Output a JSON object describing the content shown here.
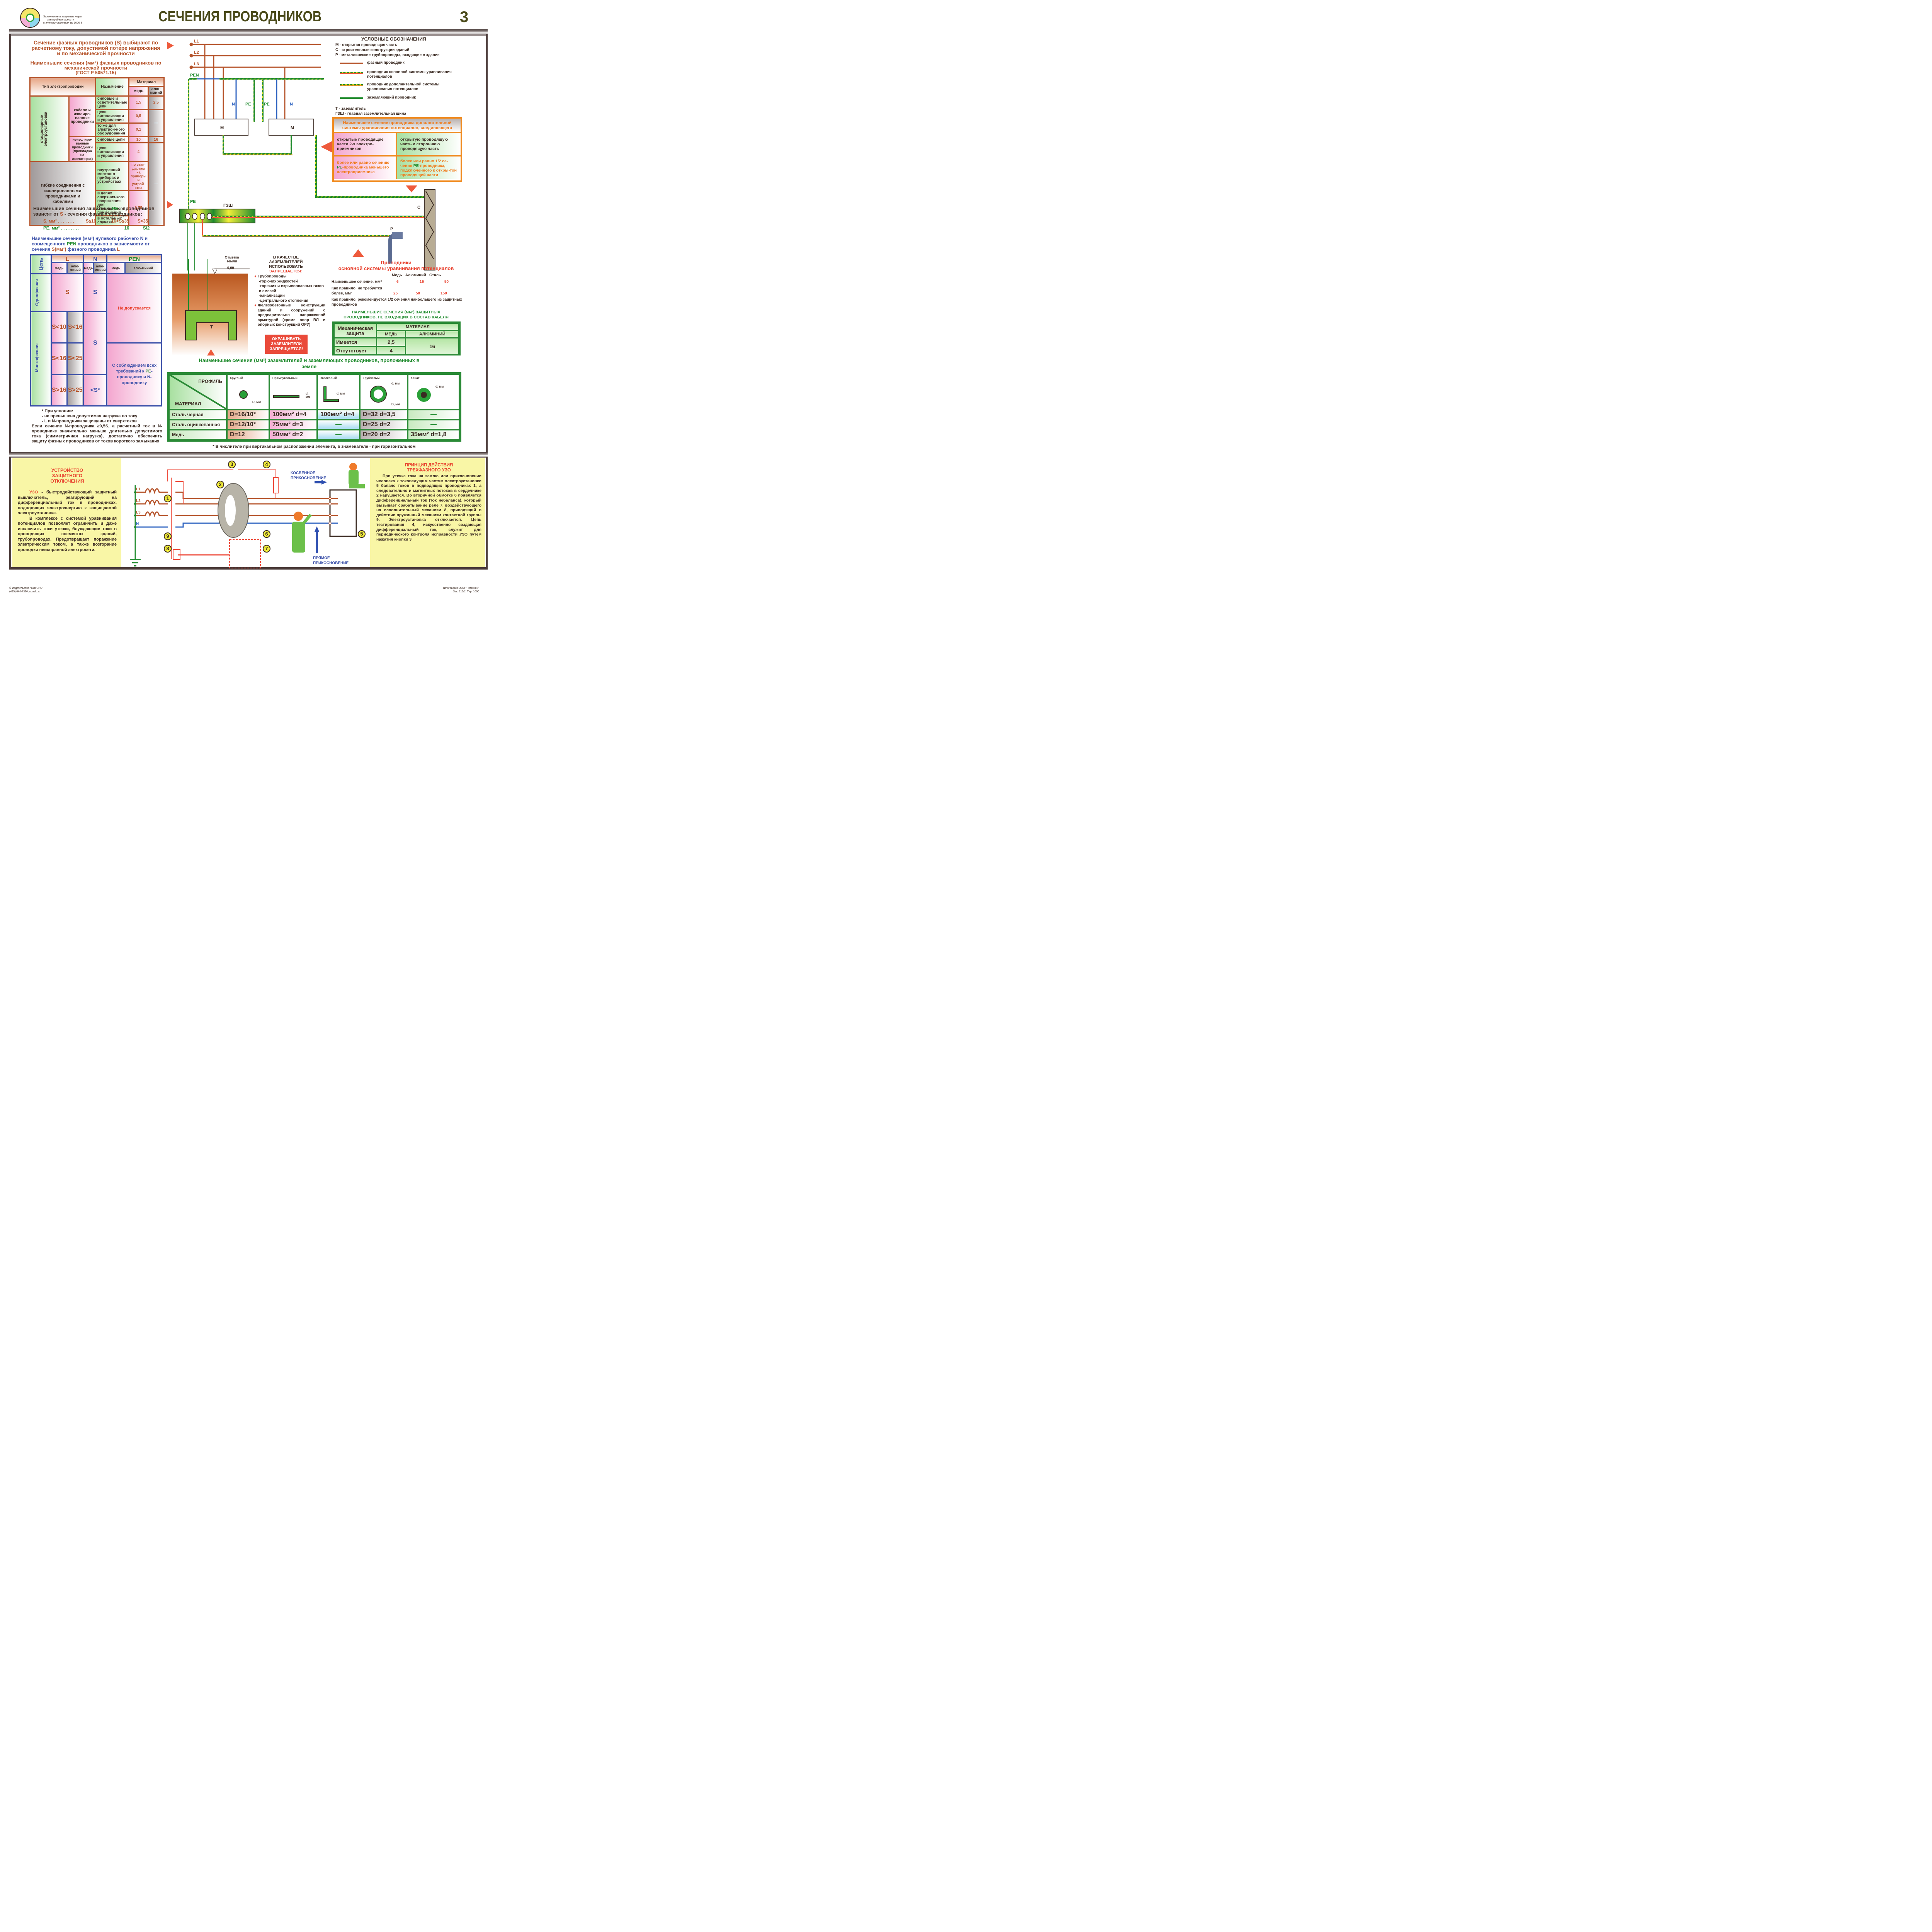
{
  "header": {
    "logo_caption": [
      "Заземление и защитные меры",
      "электробезопасности",
      "в электроустановках до 1000 В"
    ],
    "title": "СЕЧЕНИЯ ПРОВОДНИКОВ",
    "sheet_number": "3"
  },
  "phase_section": {
    "intro": "Сечение фазных проводников (S) выбирают по расчетному току, допустимой потере напряжения и по механической прочности",
    "table_title": "Наименьшие сечения (мм²) фазных проводников по механической прочности",
    "table_standard": "(ГОСТ Р 50571.15)",
    "headers": {
      "type": "Тип электропроводки",
      "purpose": "Назначение",
      "material": "Материал",
      "copper": "медь",
      "aluminium": "алю-миний"
    },
    "group_stationary": "стационарные электроустановки",
    "group_cables": "кабели и изолиро-ванные проводники",
    "group_bare": "неизолиро-ванные проводники (прокладка на изоляторах)",
    "group_flexible": "гибкие соединения с изолированными проводниками и кабелями",
    "rows": [
      {
        "purpose": "силовые и осветительные цепи",
        "copper": "1,5",
        "aluminium": "2,5"
      },
      {
        "purpose": "цепи сигнализации и управления",
        "copper": "0,5",
        "aluminium": "—"
      },
      {
        "purpose": "то же для электрон-ного оборудования",
        "copper": "0,1",
        "aluminium": ""
      },
      {
        "purpose": "силовые цепи",
        "copper": "10",
        "aluminium": "16"
      },
      {
        "purpose": "цепи сигнализации и управления",
        "copper": "4",
        "aluminium": "—"
      },
      {
        "purpose": "внутренний монтаж в приборах и устройствах",
        "copper": "по стан-дартам на приборы и устрой-ства",
        "aluminium": ""
      },
      {
        "purpose": "в цепях сверхниз-кого напряжения для специального применения",
        "copper": "0,75",
        "aluminium": ""
      },
      {
        "purpose": "в остальных случаях",
        "copper": "",
        "aluminium": ""
      }
    ]
  },
  "pe_section": {
    "title_parts": [
      "Наименьшие сечения защитных ",
      "PE",
      " - проводников зависят от ",
      "S",
      " - сечения фазных проводников:"
    ],
    "s_row": {
      "label": "S, мм² . . . . . . .",
      "values": [
        "S≤16",
        "16<S≤35",
        "S>35"
      ]
    },
    "pe_row": {
      "label": "PE, мм² . . . . . . . .",
      "values": [
        "S",
        "16",
        "S/2"
      ]
    }
  },
  "n_pen_section": {
    "title_parts": [
      "Наименьшие сечения (мм²) нулевого рабочего ",
      "N",
      " и совмещенного ",
      "PEN",
      " проводников в зависимости от сечения ",
      "S(мм²)",
      " фазного проводника ",
      "L"
    ],
    "col_circuit": "Цепь",
    "cols": [
      "L",
      "N",
      "PEN"
    ],
    "sub_copper": "медь",
    "sub_aluminium": "алю-миний",
    "row_single": "Однофазная",
    "row_multi": "Многофазная",
    "single_L": "S",
    "single_N": "S",
    "pen_not_allowed": "Не допускается",
    "multi_rows": [
      {
        "l_cu": "S<10",
        "l_al": "S<16"
      },
      {
        "l_cu": "S<16",
        "l_al": "S<25"
      },
      {
        "l_cu": "S>16",
        "l_al": "S>25"
      }
    ],
    "multi_N_main": "S",
    "multi_N_last": "<S*",
    "pen_requirements_parts": [
      "С соблюдением всех требований к ",
      "PE",
      "-проводнику и ",
      "N",
      "-проводнику"
    ],
    "note_title": "* При условии:",
    "note_lines": [
      "- не превышена допустимая нагрузка по току",
      "- L и N-проводники защищены от сверхтоков"
    ],
    "note_para": "Если сечение N-проводника ≥0,5S, а расчетный ток в N-проводнике значительно меньше длительно допустимого тока (симметричная нагрузка), достаточно обеспечить защиту фазных проводников от токов короткого замыкания"
  },
  "diagram": {
    "labels": {
      "L1": "L1",
      "L2": "L2",
      "L3": "L3",
      "PEN": "PEN",
      "N": "N",
      "PE": "PE",
      "M": "M",
      "GZSH": "ГЗШ",
      "C": "С",
      "P": "Р",
      "T": "Т"
    },
    "ground_mark": {
      "title": "Отметка земли",
      "value": "0,00"
    }
  },
  "legend": {
    "title": "УСЛОВНЫЕ ОБОЗНАЧЕНИЯ",
    "abbrevs": [
      "М - открытая проводящая часть",
      "С - строительные конструкции зданий",
      "Р - металлические трубопроводы, входящие в здание"
    ],
    "lines": [
      {
        "label": "фазный проводник",
        "style": "phase",
        "color": "#b5532a"
      },
      {
        "label": "проводник основной системы уравнивания потенциалов",
        "style": "main-bonding"
      },
      {
        "label": "проводник дополнительной системы уравнивания потенциалов",
        "style": "supplementary-bonding"
      },
      {
        "label": "заземляющий проводник",
        "style": "earthing",
        "color": "#1e8a2c"
      }
    ],
    "abbrevs2": [
      "Т - заземлитель",
      "ГЗШ - главная заземлительная шина"
    ]
  },
  "supplementary_box": {
    "title": "Наименьшее сечение проводника дополнительной системы уравнивания потенциалов, соединяющего",
    "cells": [
      "открытые проводящие части 2-х электро-приемников",
      "открытую проводящую часть и стороннюю проводящую часть"
    ],
    "values": [
      [
        "более или равно сечению ",
        "PE",
        "-проводника меньшего электроприемника"
      ],
      [
        "более или равно 1/2 се-чения ",
        "PE",
        "-проводника, подключенного к откры-той проводящей части"
      ]
    ]
  },
  "prohibited": {
    "title_line1": "В КАЧЕСТВЕ ЗАЗЕМЛИТЕЛЕЙ ИСПОЛЬЗОВАТЬ",
    "title_line2": "ЗАПРЕЩАЕТСЯ:",
    "item1": "Трубопроводы",
    "item1_sub": [
      "-горючих жидкостей",
      "-горючих и взрывоопасных газов и смесей",
      "-канализации",
      "-центрального отопления"
    ],
    "item2": "Железобетонные конструкции зданий и сооружений с предварительно напряженной арматурой (кроме опор ВЛ и опорных конструкций ОРУ)",
    "warning": "ОКРАШИВАТЬ ЗАЗЕМЛИТЕЛИ ЗАПРЕЩАЕТСЯ!"
  },
  "main_bonding": {
    "title1": "Проводники",
    "title2": "основной системы уравнивания потенциалов",
    "headers": [
      "Медь",
      "Алюминий",
      "Сталь"
    ],
    "min_label": "Наименьшее сечение, мм²",
    "min_values": [
      "6",
      "16",
      "50"
    ],
    "max_label": "Как правило, не требуется более, мм²",
    "max_values": [
      "25",
      "50",
      "150"
    ],
    "note": "Как правило, рекомендуется 1/2 сечения наибольшего из защитных проводников"
  },
  "non_cable": {
    "title": "НАИМЕНЬШИЕ СЕЧЕНИЯ (мм²) ЗАЩИТНЫХ ПРОВОДНИКОВ, НЕ ВХОДЯЩИХ В СОСТАВ КАБЕЛЯ",
    "col_protection": "Механическая защита",
    "col_material": "МАТЕРИАЛ",
    "col_copper": "МЕДЬ",
    "col_aluminium": "АЛЮМИНИЙ",
    "rows": [
      {
        "label": "Имеется",
        "copper": "2,5"
      },
      {
        "label": "Отсутствует",
        "copper": "4"
      }
    ],
    "aluminium_value": "16"
  },
  "earth_table": {
    "title": "Наименьшие сечения (мм²) заземлителей и заземляющих проводников, проложенных в земле",
    "corner_profile": "ПРОФИЛЬ",
    "corner_material": "МАТЕРИАЛ",
    "profiles": [
      "Круглый",
      "Прямоугольный",
      "Уголковый",
      "Трубчатый",
      "Канат"
    ],
    "dim_labels": {
      "D": "D, мм",
      "d": "d, мм"
    },
    "rows": [
      {
        "material": "Сталь черная",
        "cells": [
          "D=16/10*",
          "100мм²  d=4",
          "100мм²  d=4",
          "D=32  d=3,5",
          "—"
        ]
      },
      {
        "material": "Сталь оцинкованная",
        "cells": [
          "D=12/10*",
          "75мм²  d=3",
          "—",
          "D=25  d=2",
          "—"
        ]
      },
      {
        "material": "Медь",
        "cells": [
          "D=12",
          "50мм²  d=2",
          "—",
          "D=20  d=2",
          "35мм²  d=1,8"
        ]
      }
    ],
    "footnote": "* В числителе при вертикальном расположении элемента, в знаменателе - при горизонтальном"
  },
  "rcd_left": {
    "title": "УСТРОЙСТВО ЗАЩИТНОГО ОТКЛЮЧЕНИЯ",
    "p1_lead": "УЗО",
    "p1": " - быстродействующий защитный выключатель, реагирующий на дифференциальный ток в проводниках, подводящих электроэнергию к защищаемой электроустановке.",
    "p2": "В комплексе с системой уравнивания потенциалов позволяет ограничить и даже исключить токи утечки, блуждающие токи в проводящих элементах зданий, трубопроводах. Предотвращает поражение электрическим током, а также возгорание проводки неисправной электросети."
  },
  "rcd_diagram": {
    "phases": [
      "L1",
      "L2",
      "L3",
      "N"
    ],
    "badges": [
      "1",
      "2",
      "3",
      "4",
      "5",
      "6",
      "7",
      "8",
      "9"
    ],
    "indirect": "КОСВЕННОЕ ПРИКОСНОВЕНИЕ",
    "direct": "ПРЯМОЕ ПРИКОСНОВЕНИЕ"
  },
  "rcd_right": {
    "title": "ПРИНЦИП ДЕЙСТВИЯ ТРЕХФАЗНОГО УЗО",
    "text": "При утечке тока на землю или прикосновении человека к токоведущим частям электроустановки 5 баланс токов в подводящих проводниках 1, а следовательно и магнитных потоков в сердечнике 2 нарушается. Во вторичной обмотке 6 появляется дифференциальный ток (ток небаланса), который вызывает срабатывание реле 7, воздействующего на исполнительный механизм 8, приводящий в действие пружинный механизм контактной группы 9. Электроустановка отключается. Цепь тестирования 4, искусственно создающая дифференциальный ток, служит для периодического контроля исправности УЗО путем нажатия кнопки 3"
  },
  "footer": {
    "publisher": "© Издательство \"СОУЭЛО\"",
    "contacts": "(495) 644-4326, souelo.ru",
    "printer": "Типография ООО \"Риммини\"",
    "order": "Зак. 116/2. Тир. 1000"
  }
}
